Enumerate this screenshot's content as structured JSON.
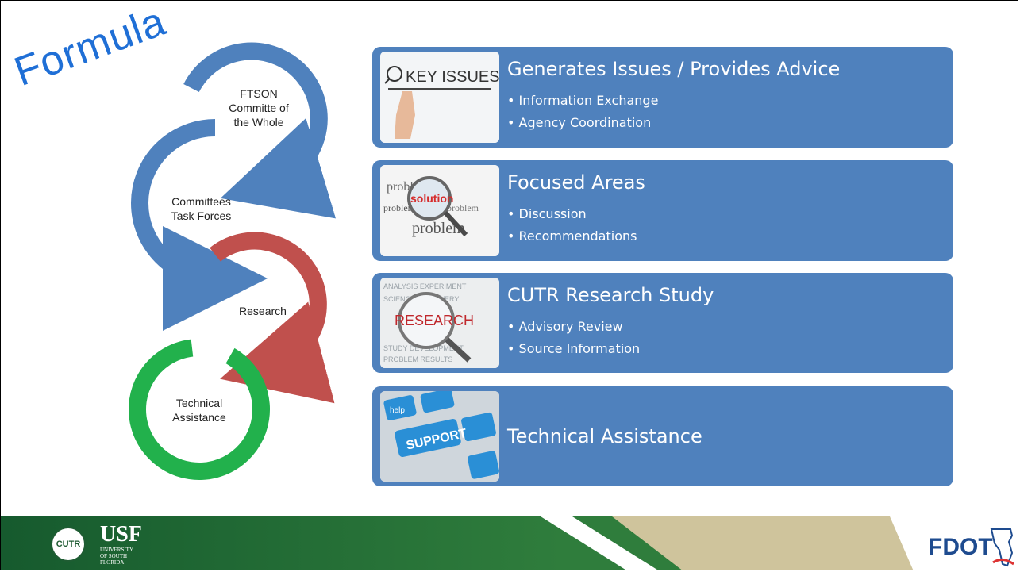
{
  "title": "Formula",
  "cycle": {
    "steps": [
      {
        "label_lines": [
          "FTSON",
          "Committe of",
          "the Whole"
        ],
        "color": "#4f81bd"
      },
      {
        "label_lines": [
          "Committees",
          "Task Forces"
        ],
        "color": "#4f81bd"
      },
      {
        "label_lines": [
          "Research"
        ],
        "color": "#c0504d"
      },
      {
        "label_lines": [
          "Technical",
          "Assistance"
        ],
        "color": "#22b14c"
      }
    ]
  },
  "cards": [
    {
      "title": "Generates Issues / Provides Advice",
      "bullets": [
        "Information Exchange",
        "Agency Coordination"
      ],
      "image": "key-issues-image",
      "image_text": "KEY ISSUES"
    },
    {
      "title": "Focused Areas",
      "bullets": [
        "Discussion",
        "Recommendations"
      ],
      "image": "problem-solution-image",
      "image_text": "solution"
    },
    {
      "title": "CUTR Research Study",
      "bullets": [
        "Advisory Review",
        "Source Information"
      ],
      "image": "research-words-image",
      "image_text": "RESEARCH"
    },
    {
      "title": "Technical Assistance",
      "bullets": [],
      "image": "support-keyboard-image",
      "image_text": "SUPPORT",
      "image_text2": "help"
    }
  ],
  "footer": {
    "cutr": "CUTR",
    "usf": "USF",
    "usf_sub": "UNIVERSITY OF SOUTH FLORIDA",
    "fdot": "FDOT"
  },
  "colors": {
    "card_blue": "#4f81bd",
    "title_blue": "#1f6fd6",
    "footer_green": "#2f7d3c",
    "footer_gold": "#cfc49c"
  }
}
